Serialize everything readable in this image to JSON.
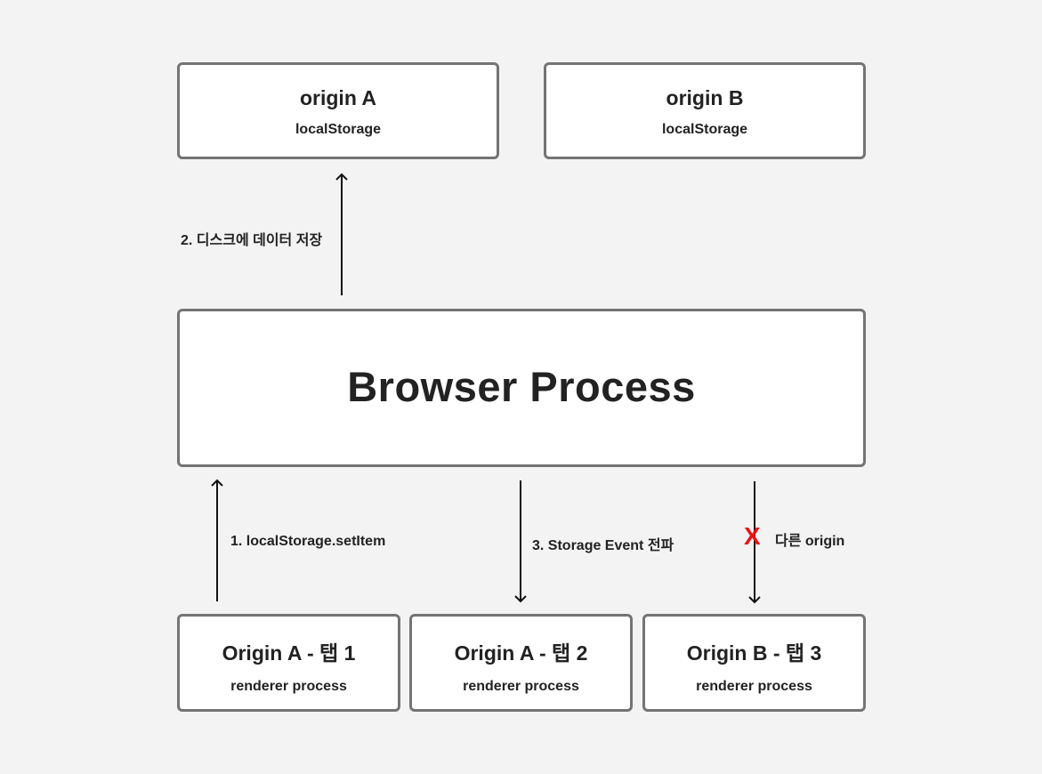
{
  "storage": [
    {
      "title": "origin A",
      "sub": "localStorage"
    },
    {
      "title": "origin B",
      "sub": "localStorage"
    }
  ],
  "browser": {
    "title": "Browser Process"
  },
  "tabs": [
    {
      "title": "Origin A - 탭 1",
      "sub": "renderer process"
    },
    {
      "title": "Origin A - 탭 2",
      "sub": "renderer process"
    },
    {
      "title": "Origin B - 탭 3",
      "sub": "renderer process"
    }
  ],
  "labels": {
    "save": "2. 디스크에 데이터 저장",
    "setitem": "1. localStorage.setItem",
    "event": "3. Storage Event 전파",
    "different_origin": "다른 origin",
    "blocked_mark": "X"
  },
  "colors": {
    "background": "#f3f3f3",
    "box_border": "#747474",
    "blocked": "#ee1111"
  }
}
